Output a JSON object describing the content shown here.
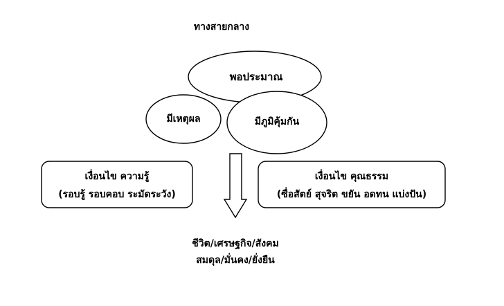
{
  "diagram": {
    "title": "ทางสายกลาง",
    "ellipses": {
      "top": "พอประมาณ",
      "left": "มีเหตุผล",
      "right": "มีภูมิคุ้มกัน"
    },
    "boxes": {
      "knowledge": {
        "title": "เงื่อนไข ความรู้",
        "detail": "(รอบรู้ รอบคอบ ระมัดระวัง)"
      },
      "virtue": {
        "title": "เงื่อนไข คุณธรรม",
        "detail": "(ซื่อสัตย์ สุจริต ขยัน อดทน แบ่งปัน)"
      }
    },
    "result": {
      "line1": "ชีวิต/เศรษฐกิจ/สังคม",
      "line2": "สมดุล/มั่นคง/ยั่งยืน"
    },
    "colors": {
      "stroke": "#000000",
      "fill": "#ffffff"
    }
  }
}
